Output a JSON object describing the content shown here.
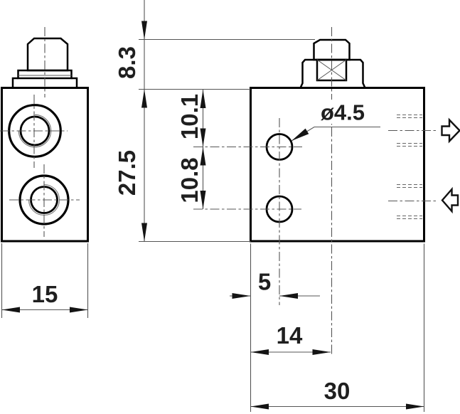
{
  "page": {
    "type": "technical-drawing",
    "background": "#ffffff"
  },
  "dims": {
    "front_width": "15",
    "nut_height": "8.3",
    "body_height": "27.5",
    "upper_hole_offset": "10.1",
    "hole_spacing": "10.8",
    "hole_diameter": "ø4.5",
    "hole_edge_offset": "5",
    "axis_offset": "14",
    "side_width": "30"
  },
  "icons": {
    "flow_out": "block-arrow-right",
    "flow_in": "block-arrow-left"
  },
  "colors": {
    "outline": "#000000",
    "dimension_lines": "#555555",
    "text": "#1f1f1f"
  }
}
